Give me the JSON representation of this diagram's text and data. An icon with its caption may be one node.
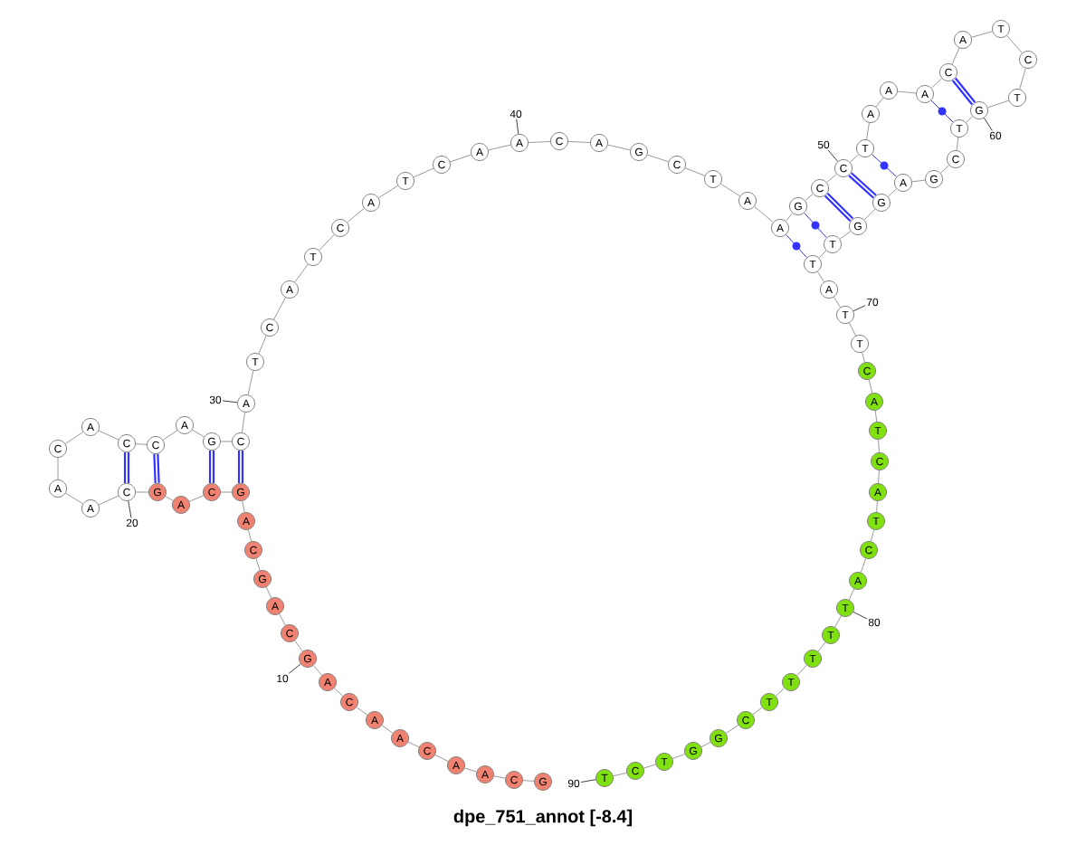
{
  "diagram": {
    "title": "dpe_751_annot [-8.4]",
    "nodes": [
      {
        "text": [
          "G"
        ]
      },
      {
        "text": [
          "C"
        ]
      },
      {
        "text": [
          "A"
        ]
      },
      {
        "text": [
          "A"
        ]
      },
      {
        "text": [
          "C"
        ]
      },
      {
        "text": [
          "A"
        ]
      },
      {
        "text": [
          "A"
        ]
      },
      {
        "text": [
          "C"
        ]
      },
      {
        "text": [
          "A"
        ]
      },
      {
        "text": [
          "G"
        ]
      },
      {
        "text": [
          "C"
        ]
      },
      {
        "text": [
          "A"
        ]
      },
      {
        "text": [
          "G"
        ]
      },
      {
        "text": [
          "C"
        ]
      },
      {
        "text": [
          "A"
        ]
      },
      {
        "text": [
          "G"
        ]
      },
      {
        "text": [
          "C"
        ]
      },
      {
        "text": [
          "A"
        ]
      },
      {
        "text": [
          "G"
        ]
      },
      {
        "text": [
          "C"
        ]
      },
      {
        "text": [
          "A"
        ]
      },
      {
        "text": [
          "A"
        ]
      },
      {
        "text": [
          "C"
        ]
      },
      {
        "text": [
          "A"
        ]
      },
      {
        "text": [
          "C"
        ]
      },
      {
        "text": [
          "C"
        ]
      },
      {
        "text": [
          "A"
        ]
      },
      {
        "text": [
          "G"
        ]
      },
      {
        "text": [
          "C"
        ]
      },
      {
        "text": [
          "A"
        ]
      },
      {
        "text": [
          "T"
        ]
      },
      {
        "text": [
          "C"
        ]
      },
      {
        "text": [
          "A"
        ]
      },
      {
        "text": [
          "T"
        ]
      },
      {
        "text": [
          "C"
        ]
      },
      {
        "text": [
          "A"
        ]
      },
      {
        "text": [
          "T"
        ]
      },
      {
        "text": [
          "C"
        ]
      },
      {
        "text": [
          "A"
        ]
      },
      {
        "text": [
          "A"
        ]
      },
      {
        "text": [
          "C"
        ]
      },
      {
        "text": [
          "A"
        ]
      },
      {
        "text": [
          "G"
        ]
      },
      {
        "text": [
          "C"
        ]
      },
      {
        "text": [
          "T"
        ]
      },
      {
        "text": [
          "A"
        ]
      },
      {
        "text": [
          "A"
        ]
      },
      {
        "text": [
          "G"
        ]
      },
      {
        "text": [
          "C"
        ]
      },
      {
        "text": [
          "C"
        ]
      },
      {
        "text": [
          "T"
        ]
      },
      {
        "text": [
          "A"
        ]
      },
      {
        "text": [
          "A"
        ]
      },
      {
        "text": [
          "A"
        ]
      },
      {
        "text": [
          "C"
        ]
      },
      {
        "text": [
          "A"
        ]
      },
      {
        "text": [
          "T"
        ]
      },
      {
        "text": [
          "C"
        ]
      },
      {
        "text": [
          "T"
        ]
      },
      {
        "text": [
          "G"
        ]
      },
      {
        "text": [
          "T"
        ]
      },
      {
        "text": [
          "C"
        ]
      },
      {
        "text": [
          "G"
        ]
      },
      {
        "text": [
          "A"
        ]
      },
      {
        "text": [
          "G"
        ]
      },
      {
        "text": [
          "G"
        ]
      },
      {
        "text": [
          "T"
        ]
      },
      {
        "text": [
          "T"
        ]
      },
      {
        "text": [
          "A"
        ]
      },
      {
        "text": [
          "T"
        ]
      },
      {
        "text": [
          "T"
        ]
      },
      {
        "text": [
          "C"
        ]
      },
      {
        "text": [
          "A"
        ]
      },
      {
        "text": [
          "T"
        ]
      },
      {
        "text": [
          "C"
        ]
      },
      {
        "text": [
          "A"
        ]
      },
      {
        "text": [
          "T"
        ]
      },
      {
        "text": [
          "C"
        ]
      },
      {
        "text": [
          "A"
        ]
      },
      {
        "text": [
          "T"
        ]
      },
      {
        "text": [
          "T"
        ]
      },
      {
        "text": [
          "T"
        ]
      },
      {
        "text": [
          "T"
        ]
      },
      {
        "text": [
          "T"
        ]
      },
      {
        "text": [
          "C"
        ]
      },
      {
        "text": [
          "G"
        ]
      },
      {
        "text": [
          "G"
        ]
      },
      {
        "text": [
          "T"
        ]
      },
      {
        "text": [
          "C"
        ]
      },
      {
        "text": [
          "T"
        ]
      },
      {
        "text": [
          "10"
        ]
      },
      {
        "text": [
          "20"
        ]
      },
      {
        "text": [
          "30"
        ]
      },
      {
        "text": [
          "40"
        ]
      },
      {
        "text": [
          "50"
        ]
      },
      {
        "text": [
          "60"
        ]
      },
      {
        "text": [
          "70"
        ]
      },
      {
        "text": [
          "80"
        ]
      },
      {
        "text": [
          "90"
        ]
      }
    ],
    "edges": [
      {
        "from": 0,
        "to": 1,
        "arrow": "none"
      },
      {
        "from": 1,
        "to": 2,
        "arrow": "none"
      },
      {
        "from": 2,
        "to": 3,
        "arrow": "none"
      },
      {
        "from": 3,
        "to": 4,
        "arrow": "none"
      },
      {
        "from": 4,
        "to": 5,
        "arrow": "none"
      },
      {
        "from": 5,
        "to": 6,
        "arrow": "none"
      },
      {
        "from": 6,
        "to": 7,
        "arrow": "none"
      },
      {
        "from": 7,
        "to": 8,
        "arrow": "none"
      },
      {
        "from": 8,
        "to": 9,
        "arrow": "none"
      },
      {
        "from": 9,
        "to": 10,
        "arrow": "none"
      },
      {
        "from": 10,
        "to": 11,
        "arrow": "none"
      },
      {
        "from": 11,
        "to": 12,
        "arrow": "none"
      },
      {
        "from": 12,
        "to": 13,
        "arrow": "none"
      },
      {
        "from": 13,
        "to": 14,
        "arrow": "none"
      },
      {
        "from": 14,
        "to": 15,
        "arrow": "none"
      },
      {
        "from": 15,
        "to": 16,
        "arrow": "none"
      },
      {
        "from": 16,
        "to": 17,
        "arrow": "none"
      },
      {
        "from": 17,
        "to": 18,
        "arrow": "none"
      },
      {
        "from": 18,
        "to": 19,
        "arrow": "none"
      },
      {
        "from": 19,
        "to": 20,
        "arrow": "none"
      },
      {
        "from": 20,
        "to": 21,
        "arrow": "none"
      },
      {
        "from": 21,
        "to": 22,
        "arrow": "none"
      },
      {
        "from": 22,
        "to": 23,
        "arrow": "none"
      },
      {
        "from": 23,
        "to": 24,
        "arrow": "none"
      },
      {
        "from": 24,
        "to": 25,
        "arrow": "none"
      },
      {
        "from": 25,
        "to": 26,
        "arrow": "none"
      },
      {
        "from": 26,
        "to": 27,
        "arrow": "none"
      },
      {
        "from": 27,
        "to": 28,
        "arrow": "none"
      },
      {
        "from": 28,
        "to": 29,
        "arrow": "none"
      },
      {
        "from": 29,
        "to": 30,
        "arrow": "none"
      },
      {
        "from": 30,
        "to": 31,
        "arrow": "none"
      },
      {
        "from": 31,
        "to": 32,
        "arrow": "none"
      },
      {
        "from": 32,
        "to": 33,
        "arrow": "none"
      },
      {
        "from": 33,
        "to": 34,
        "arrow": "none"
      },
      {
        "from": 34,
        "to": 35,
        "arrow": "none"
      },
      {
        "from": 35,
        "to": 36,
        "arrow": "none"
      },
      {
        "from": 36,
        "to": 37,
        "arrow": "none"
      },
      {
        "from": 37,
        "to": 38,
        "arrow": "none"
      },
      {
        "from": 38,
        "to": 39,
        "arrow": "none"
      },
      {
        "from": 39,
        "to": 40,
        "arrow": "none"
      },
      {
        "from": 40,
        "to": 41,
        "arrow": "none"
      },
      {
        "from": 41,
        "to": 42,
        "arrow": "none"
      },
      {
        "from": 42,
        "to": 43,
        "arrow": "none"
      },
      {
        "from": 43,
        "to": 44,
        "arrow": "none"
      },
      {
        "from": 44,
        "to": 45,
        "arrow": "none"
      },
      {
        "from": 45,
        "to": 46,
        "arrow": "none"
      },
      {
        "from": 46,
        "to": 47,
        "arrow": "none"
      },
      {
        "from": 47,
        "to": 48,
        "arrow": "none"
      },
      {
        "from": 48,
        "to": 49,
        "arrow": "none"
      },
      {
        "from": 49,
        "to": 50,
        "arrow": "none"
      },
      {
        "from": 50,
        "to": 51,
        "arrow": "none"
      },
      {
        "from": 51,
        "to": 52,
        "arrow": "none"
      },
      {
        "from": 52,
        "to": 53,
        "arrow": "none"
      },
      {
        "from": 53,
        "to": 54,
        "arrow": "none"
      },
      {
        "from": 54,
        "to": 55,
        "arrow": "none"
      },
      {
        "from": 55,
        "to": 56,
        "arrow": "none"
      },
      {
        "from": 56,
        "to": 57,
        "arrow": "none"
      },
      {
        "from": 57,
        "to": 58,
        "arrow": "none"
      },
      {
        "from": 58,
        "to": 59,
        "arrow": "none"
      },
      {
        "from": 59,
        "to": 60,
        "arrow": "none"
      },
      {
        "from": 60,
        "to": 61,
        "arrow": "none"
      },
      {
        "from": 61,
        "to": 62,
        "arrow": "none"
      },
      {
        "from": 62,
        "to": 63,
        "arrow": "none"
      },
      {
        "from": 63,
        "to": 64,
        "arrow": "none"
      },
      {
        "from": 64,
        "to": 65,
        "arrow": "none"
      },
      {
        "from": 65,
        "to": 66,
        "arrow": "none"
      },
      {
        "from": 66,
        "to": 67,
        "arrow": "none"
      },
      {
        "from": 67,
        "to": 68,
        "arrow": "none"
      },
      {
        "from": 68,
        "to": 69,
        "arrow": "none"
      },
      {
        "from": 69,
        "to": 70,
        "arrow": "none"
      },
      {
        "from": 70,
        "to": 71,
        "arrow": "none"
      },
      {
        "from": 71,
        "to": 72,
        "arrow": "none"
      },
      {
        "from": 72,
        "to": 73,
        "arrow": "none"
      },
      {
        "from": 73,
        "to": 74,
        "arrow": "none"
      },
      {
        "from": 74,
        "to": 75,
        "arrow": "none"
      },
      {
        "from": 75,
        "to": 76,
        "arrow": "none"
      },
      {
        "from": 76,
        "to": 77,
        "arrow": "none"
      },
      {
        "from": 77,
        "to": 78,
        "arrow": "none"
      },
      {
        "from": 78,
        "to": 79,
        "arrow": "none"
      },
      {
        "from": 79,
        "to": 80,
        "arrow": "none"
      },
      {
        "from": 80,
        "to": 81,
        "arrow": "none"
      },
      {
        "from": 81,
        "to": 82,
        "arrow": "none"
      },
      {
        "from": 82,
        "to": 83,
        "arrow": "none"
      },
      {
        "from": 83,
        "to": 84,
        "arrow": "none"
      },
      {
        "from": 84,
        "to": 85,
        "arrow": "none"
      },
      {
        "from": 85,
        "to": 86,
        "arrow": "none"
      },
      {
        "from": 86,
        "to": 87,
        "arrow": "none"
      },
      {
        "from": 87,
        "to": 88,
        "arrow": "none"
      },
      {
        "from": 88,
        "to": 89,
        "arrow": "none"
      },
      {
        "from": 15,
        "to": 28,
        "arrow": "none",
        "style": "thick",
        "color": "#3333ff"
      },
      {
        "from": 16,
        "to": 27,
        "arrow": "none",
        "style": "thick",
        "color": "#3333ff"
      },
      {
        "from": 18,
        "to": 25,
        "arrow": "none",
        "style": "thick",
        "color": "#3333ff"
      },
      {
        "from": 19,
        "to": 24,
        "arrow": "none",
        "style": "thick",
        "color": "#3333ff"
      },
      {
        "from": 46,
        "to": 67,
        "arrow": "none",
        "color": "#3333ff"
      },
      {
        "from": 47,
        "to": 66,
        "arrow": "none",
        "color": "#3333ff"
      },
      {
        "from": 48,
        "to": 65,
        "arrow": "none",
        "style": "thick",
        "color": "#3333ff"
      },
      {
        "from": 49,
        "to": 64,
        "arrow": "none",
        "style": "thick",
        "color": "#3333ff"
      },
      {
        "from": 50,
        "to": 63,
        "arrow": "none",
        "color": "#3333ff"
      },
      {
        "from": 53,
        "to": 60,
        "arrow": "none",
        "color": "#3333ff"
      },
      {
        "from": 54,
        "to": 59,
        "arrow": "none",
        "style": "thick",
        "color": "#3333ff"
      },
      {
        "from": 90,
        "to": 9,
        "arrow": "none"
      },
      {
        "from": 91,
        "to": 19,
        "arrow": "none"
      },
      {
        "from": 92,
        "to": 29,
        "arrow": "none"
      },
      {
        "from": 93,
        "to": 39,
        "arrow": "none"
      },
      {
        "from": 94,
        "to": 49,
        "arrow": "none"
      },
      {
        "from": 95,
        "to": 59,
        "arrow": "none"
      },
      {
        "from": 96,
        "to": 69,
        "arrow": "none"
      },
      {
        "from": 97,
        "to": 79,
        "arrow": "none"
      },
      {
        "from": 98,
        "to": 89,
        "arrow": "none"
      }
    ]
  }
}
